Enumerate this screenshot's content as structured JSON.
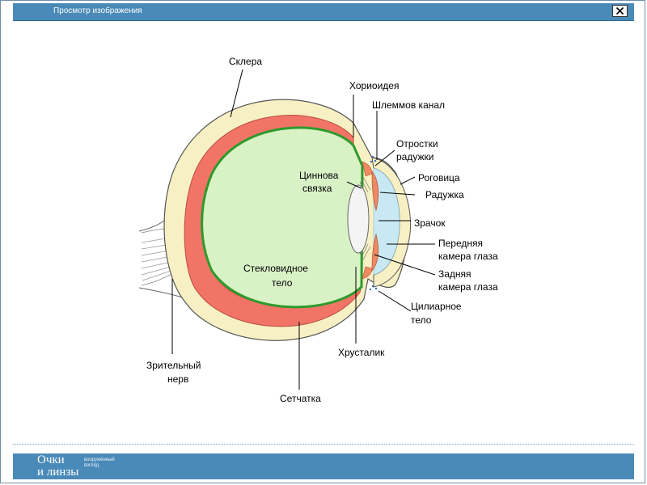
{
  "window": {
    "title": "Просмотр изображения",
    "close_icon": "close-icon"
  },
  "labels": {
    "sclera": "Склера",
    "choroid": "Хориоидея",
    "schlemm": "Шлеммов канал",
    "iris_processes_1": "Отростки",
    "iris_processes_2": "радужки",
    "cornea": "Роговица",
    "zinn_1": "Циннова",
    "zinn_2": "связка",
    "iris": "Радужка",
    "pupil": "Зрачок",
    "anterior_1": "Передняя",
    "anterior_2": "камера глаза",
    "posterior_1": "Задняя",
    "posterior_2": "камера глаза",
    "vitreous_1": "Стекловидное",
    "vitreous_2": "тело",
    "ciliary_1": "Цилиарное",
    "ciliary_2": "тело",
    "optic_1": "Зрительный",
    "optic_2": "нерв",
    "lens": "Хрусталик",
    "retina": "Сетчатка"
  },
  "footer": {
    "logo_line1": "Очки",
    "logo_line2": "и линзы",
    "logo_tag_1": "вооружённый",
    "logo_tag_2": "взгляд"
  },
  "colors": {
    "titlebar": "#4a8ab8",
    "sclera": "#f7f0c4",
    "choroid": "#f17467",
    "retina": "#2f9a2c",
    "vitreous": "#d8f2c6",
    "chamber": "#c8e9f4",
    "iris": "#ee8a62"
  }
}
